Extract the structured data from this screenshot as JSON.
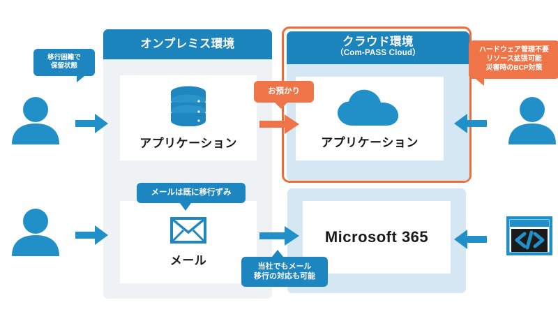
{
  "diagram": {
    "panels": {
      "onpremise": {
        "title": "オンプレミス環境",
        "subtitle": "",
        "items": [
          {
            "icon": "database-icon",
            "label": "アプリケーション"
          },
          {
            "icon": "envelope-icon",
            "label": "メール"
          }
        ]
      },
      "cloud": {
        "title": "クラウド環境",
        "subtitle": "（Com-PASS Cloud）",
        "items": [
          {
            "icon": "cloud-icon",
            "label": "アプリケーション"
          }
        ]
      },
      "m365": {
        "label": "Microsoft 365"
      }
    },
    "callouts": {
      "left_problem": "移行困難で\n保留状態",
      "right_benefit": "ハードウェア管理不要\nリソース拡張可能\n災害時のBCP対策",
      "custody": "お預かり",
      "mail_migrated": "メールは既に移行ずみ",
      "mail_support": "当社でもメール\n移行の対応も可能"
    },
    "actors": {
      "user_top_left": "person-icon",
      "user_bottom_left": "person-icon",
      "user_top_right": "person-icon",
      "developer_bottom_right": "code-window-icon"
    },
    "colors": {
      "brand_blue": "#1c84bd",
      "panel_bg": "#eef2f5",
      "cloud_panel_bg": "#d5e7f2",
      "accent_orange": "#ef6c39",
      "callout_orange": "#ef7448",
      "arrow_blue": "#1d86c0",
      "card_bg": "#ffffff"
    }
  }
}
